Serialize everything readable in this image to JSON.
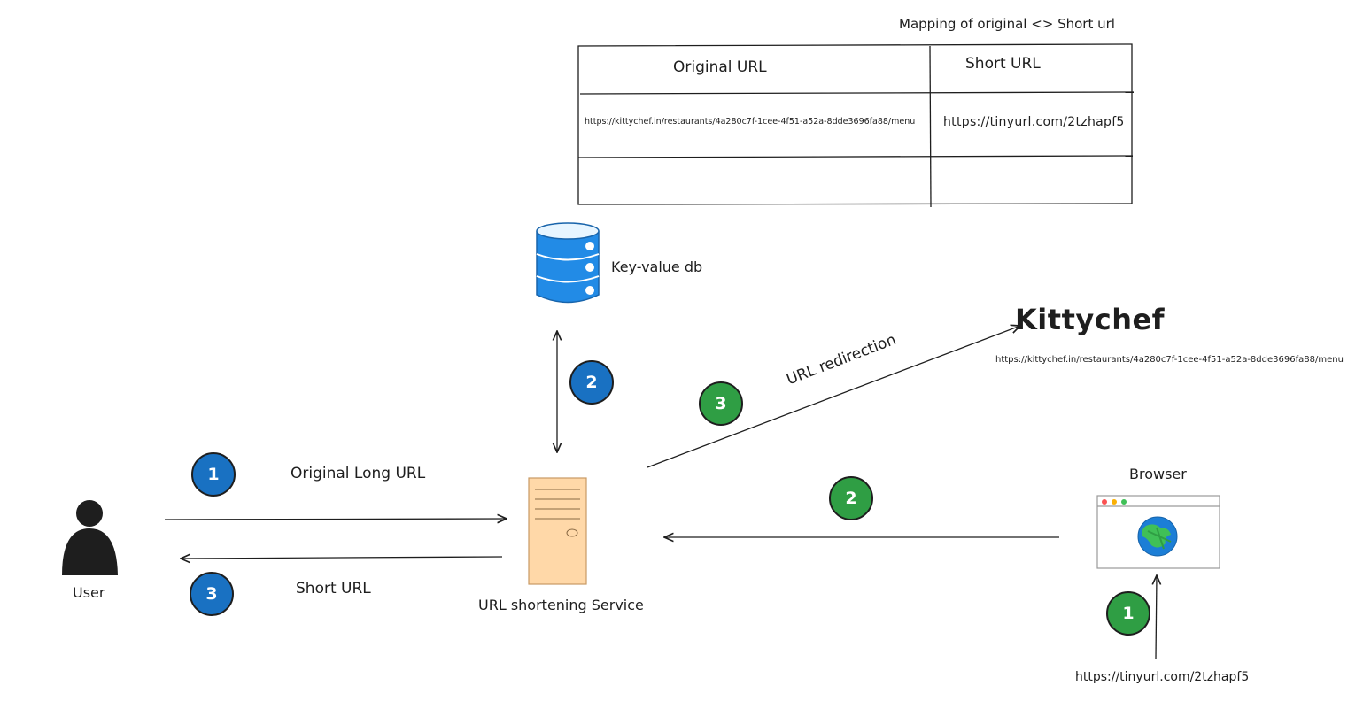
{
  "table": {
    "caption": "Mapping of original <> Short url",
    "headers": [
      "Original URL",
      "Short URL"
    ],
    "rows": [
      [
        "https://kittychef.in/restaurants/4a280c7f-1cee-4f51-a52a-8dde3696fa88/menu",
        "https://tinyurl.com/2tzhapf5"
      ],
      [
        "",
        ""
      ]
    ]
  },
  "nodes": {
    "db_label": "Key-value db",
    "service_label": "URL shortening Service",
    "user_label": "User",
    "browser_label": "Browser",
    "brand_name": "Kittychef",
    "brand_url": "https://kittychef.in/restaurants/4a280c7f-1cee-4f51-a52a-8dde3696fa88/menu",
    "browser_input_url": "https://tinyurl.com/2tzhapf5"
  },
  "edges": {
    "original_long_url": "Original Long URL",
    "short_url": "Short URL",
    "url_redirection": "URL redirection"
  },
  "badges": {
    "blue": [
      "1",
      "2",
      "3"
    ],
    "green": [
      "1",
      "2",
      "3"
    ]
  },
  "colors": {
    "blue_badge": "#1971c2",
    "green_badge": "#2f9e44",
    "db": "#228be6",
    "server": "#ffd8a8",
    "globe": "#1c7ed6",
    "globe_land": "#40c057",
    "stroke": "#1e1e1e"
  }
}
